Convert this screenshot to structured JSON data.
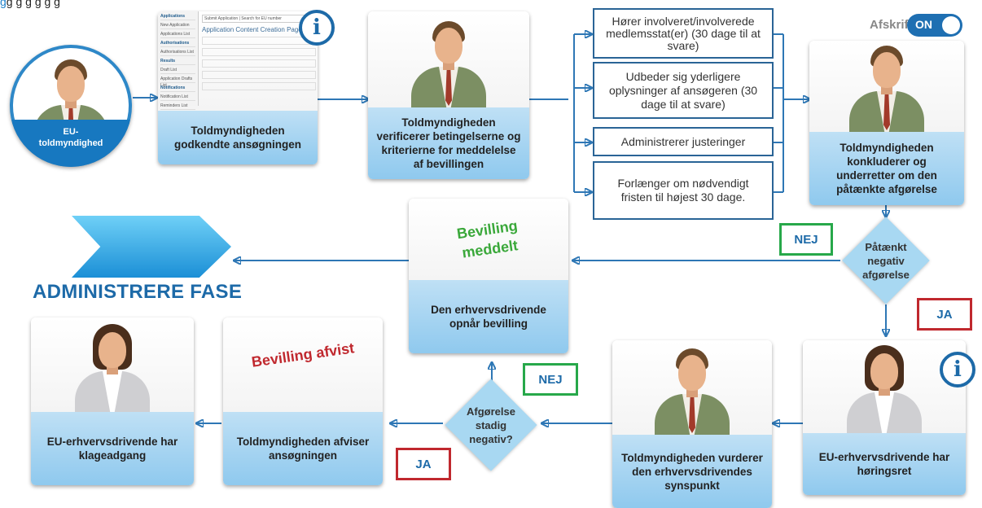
{
  "top_text": {
    "before": "",
    "highlight": "g",
    "after": "g g g g g g"
  },
  "toggle": {
    "label": "Afskrift:",
    "value": "ON"
  },
  "start": {
    "label": "EU-\ntoldmyndighed"
  },
  "mini_screenshot": {
    "sidebar": [
      "Applications",
      "New Application",
      "Applications List",
      "Authorisations",
      "Authorisations List",
      "Results",
      "Draft List",
      "Application Drafts List",
      "Notifications",
      "Notification List",
      "Reminders List"
    ],
    "tabs": "Submit Application  |  Search for EU number",
    "title": "Application Content Creation Page"
  },
  "cards": {
    "approved": "Toldmyndigheden godkendte ansøgningen",
    "verify": "Toldmyndigheden verificerer betingelserne og kriterierne for meddelelse af bevillingen",
    "conclude": "Toldmyndigheden konkluderer og underretter om den påtænkte afgørelse",
    "granted": "Den erhvervsdrivende opnår bevilling",
    "hearing": "EU-erhvervsdrivende har høringsret",
    "assess": "Toldmyndigheden vurderer den erhvervsdrivendes synspunkt",
    "reject": "Toldmyndigheden afviser ansøgningen",
    "appeal": "EU-erhvervsdrivende har klageadgang"
  },
  "boxes": [
    "Hører involveret/involverede medlemsstat(er) (30 dage til at svare)",
    "Udbeder sig yderligere oplysninger af ansøgeren (30 dage til at svare)",
    "Administrerer justeringer",
    "Forlænger om nødvendigt fristen til højest 30 dage."
  ],
  "decisions": {
    "intended": "Påtænkt negativ afgørelse",
    "still": "Afgørelse stadig negativ?"
  },
  "tags": {
    "nej": "NEJ",
    "ja": "JA"
  },
  "stamps": {
    "granted": "Bevilling meddelt",
    "rejected": "Bevilling afvist"
  },
  "phase_title": "ADMINISTRERE FASE",
  "colors": {
    "accent": "#1d6aa8",
    "caption": "#a8d8f2",
    "yes": "#27a84a",
    "no": "#c0282e",
    "granted_text": "#3aa83a",
    "rejected_text": "#c0282e"
  }
}
